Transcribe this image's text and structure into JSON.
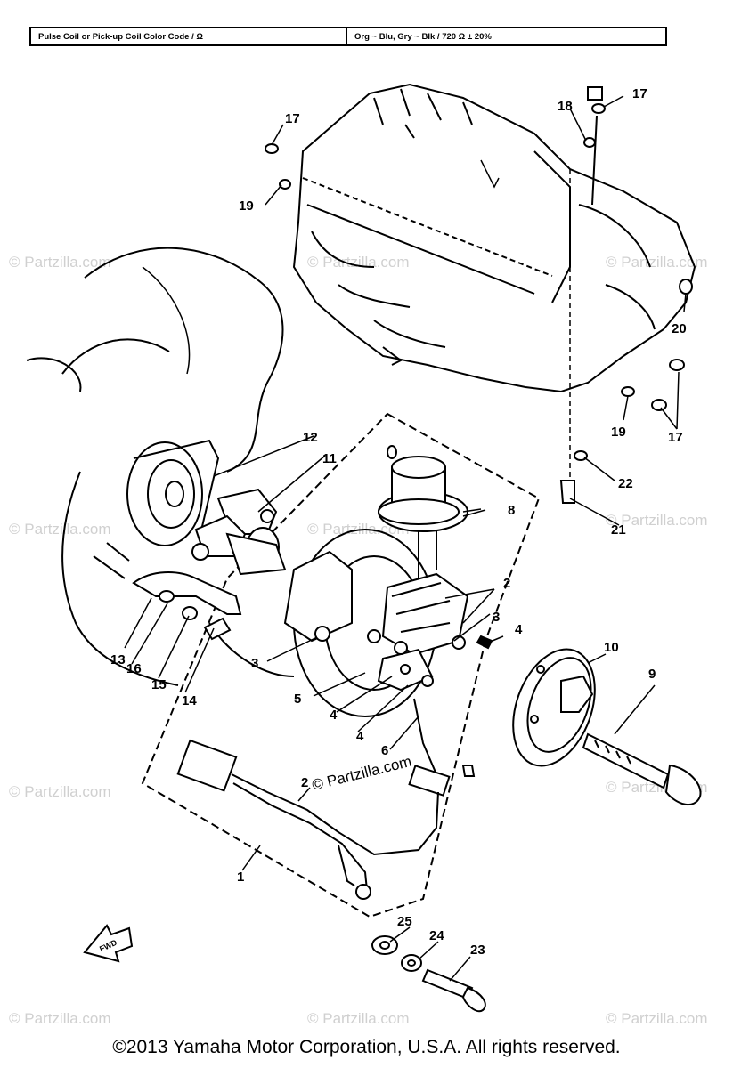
{
  "spec_table": {
    "label": "Pulse Coil or Pick-up Coil Color Code / Ω",
    "value": "Org ~ Blu, Gry ~ Blk / 720 Ω ± 20%"
  },
  "callouts": [
    "1",
    "2",
    "2",
    "3",
    "3",
    "4",
    "4",
    "4",
    "5",
    "6",
    "8",
    "9",
    "10",
    "11",
    "12",
    "13",
    "14",
    "15",
    "16",
    "17",
    "17",
    "17",
    "18",
    "19",
    "19",
    "20",
    "21",
    "22",
    "23",
    "24",
    "25"
  ],
  "front_arrow_text": "FWD",
  "watermark": "© Partzilla.com",
  "copyright": "©2013  Yamaha Motor Corporation, U.S.A. All rights reserved."
}
